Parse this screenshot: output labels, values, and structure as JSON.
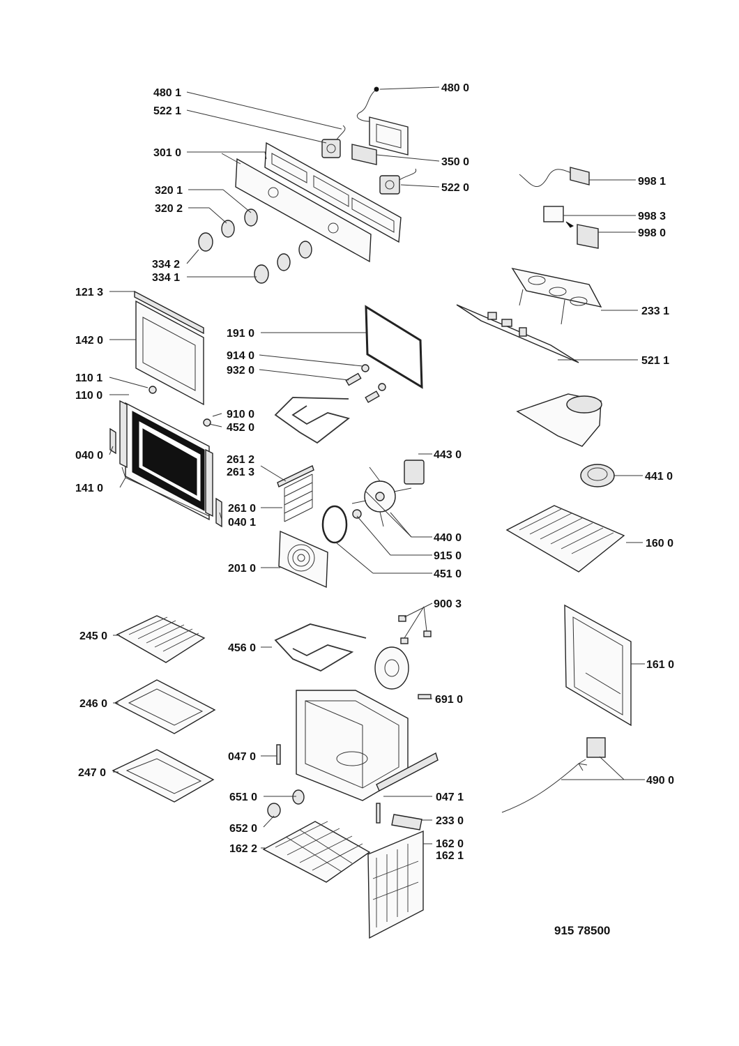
{
  "labels": [
    "480 1",
    "522 1",
    "480 0",
    "301 0",
    "350 0",
    "522 0",
    "320 1",
    "320 2",
    "334 2",
    "334 1",
    "998 1",
    "998 3",
    "998 0",
    "121 3",
    "142 0",
    "191 0",
    "233 1",
    "914 0",
    "932 0",
    "521 1",
    "110 1",
    "110 0",
    "910 0",
    "452 0",
    "040 0",
    "261 2",
    "261 3",
    "443 0",
    "441 0",
    "141 0",
    "261 0",
    "040 1",
    "440 0",
    "160 0",
    "915 0",
    "201 0",
    "451 0",
    "900 3",
    "245 0",
    "456 0",
    "161 0",
    "246 0",
    "691 0",
    "047 0",
    "490 0",
    "247 0",
    "651 0",
    "047 1",
    "233 0",
    "652 0",
    "162 2",
    "162 0",
    "162 1"
  ],
  "reference": "915 78500"
}
